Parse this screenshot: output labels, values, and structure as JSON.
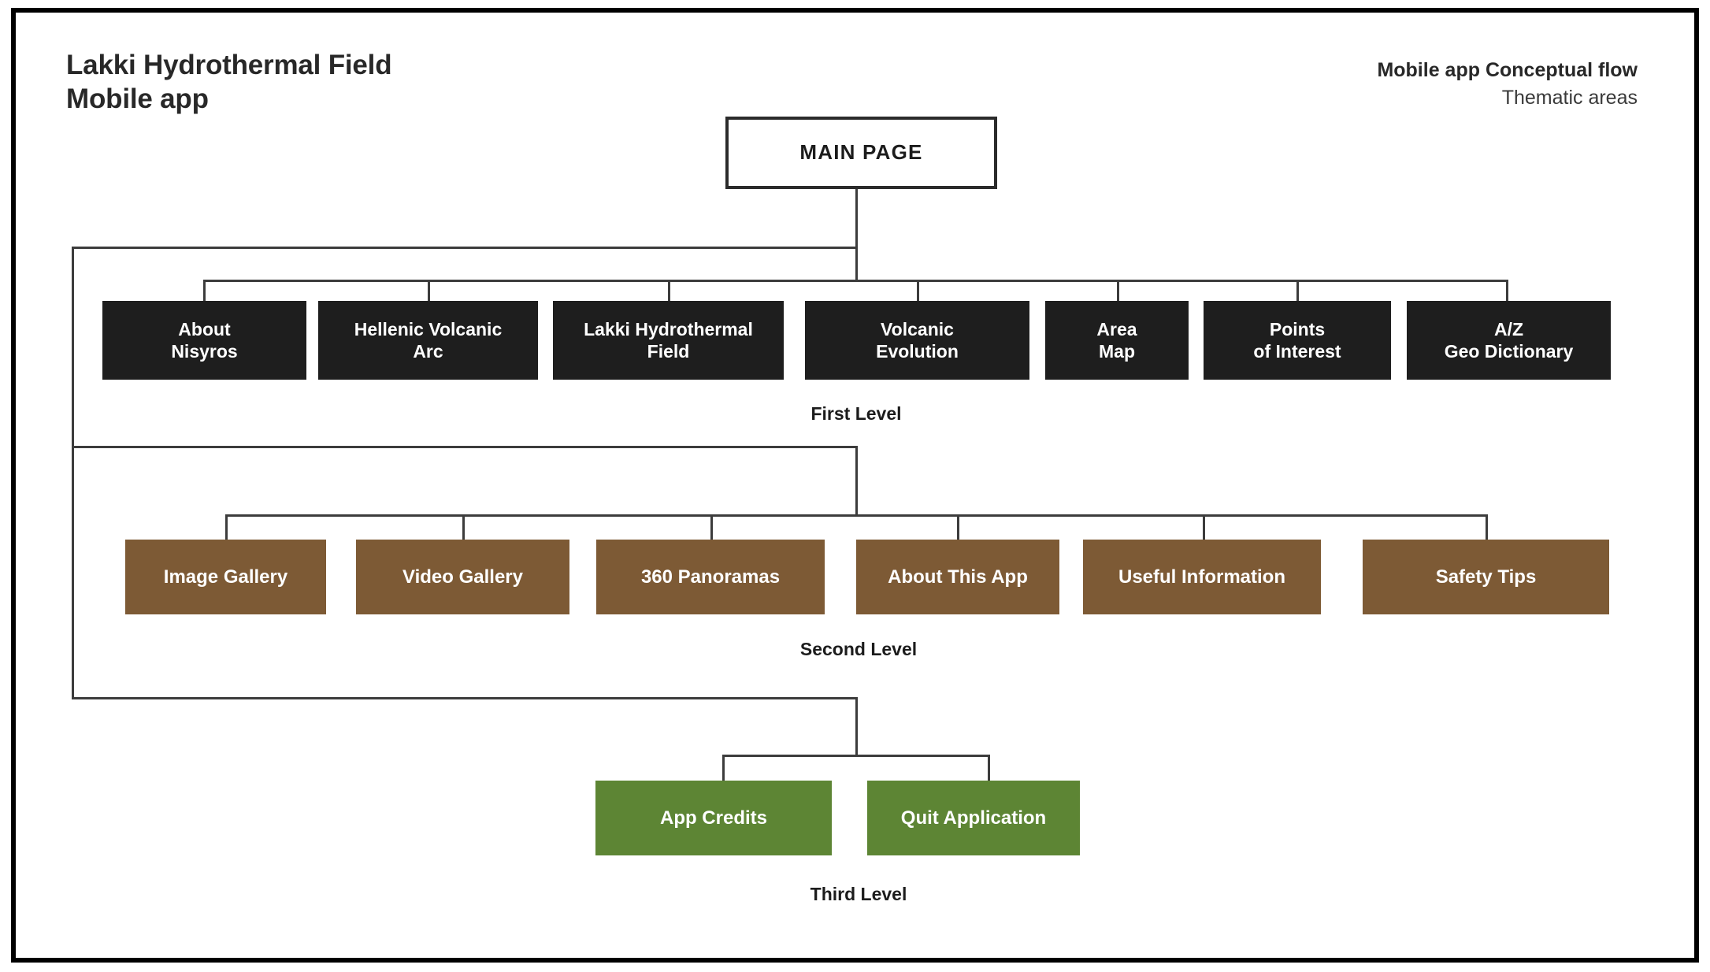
{
  "header": {
    "title_line1": "Lakki Hydrothermal Field",
    "title_line2": "Mobile app",
    "corner_main": "Mobile app Conceptual flow",
    "corner_sub": "Thematic areas"
  },
  "diagram": {
    "type": "hierarchy-flowchart",
    "root": {
      "label": "MAIN PAGE",
      "style": "outlined-white"
    },
    "levels": [
      {
        "caption": "First Level",
        "color": "#1e1e1e",
        "text_color": "#ffffff",
        "nodes": [
          {
            "line1": "About",
            "line2": "Nisyros"
          },
          {
            "line1": "Hellenic Volcanic",
            "line2": "Arc"
          },
          {
            "line1": "Lakki Hydrothermal",
            "line2": "Field"
          },
          {
            "line1": "Volcanic",
            "line2": "Evolution"
          },
          {
            "line1": "Area",
            "line2": "Map"
          },
          {
            "line1": "Points",
            "line2": "of Interest"
          },
          {
            "line1": "A/Z",
            "line2": "Geo Dictionary"
          }
        ]
      },
      {
        "caption": "Second Level",
        "color": "#7d5a35",
        "text_color": "#ffffff",
        "nodes": [
          {
            "line1": "Image Gallery",
            "line2": ""
          },
          {
            "line1": "Video Gallery",
            "line2": ""
          },
          {
            "line1": "360 Panoramas",
            "line2": ""
          },
          {
            "line1": "About This App",
            "line2": ""
          },
          {
            "line1": "Useful Information",
            "line2": ""
          },
          {
            "line1": "Safety Tips",
            "line2": ""
          }
        ]
      },
      {
        "caption": "Third Level",
        "color": "#5d8534",
        "text_color": "#ffffff",
        "nodes": [
          {
            "line1": "App Credits",
            "line2": ""
          },
          {
            "line1": "Quit Application",
            "line2": ""
          }
        ]
      }
    ]
  }
}
